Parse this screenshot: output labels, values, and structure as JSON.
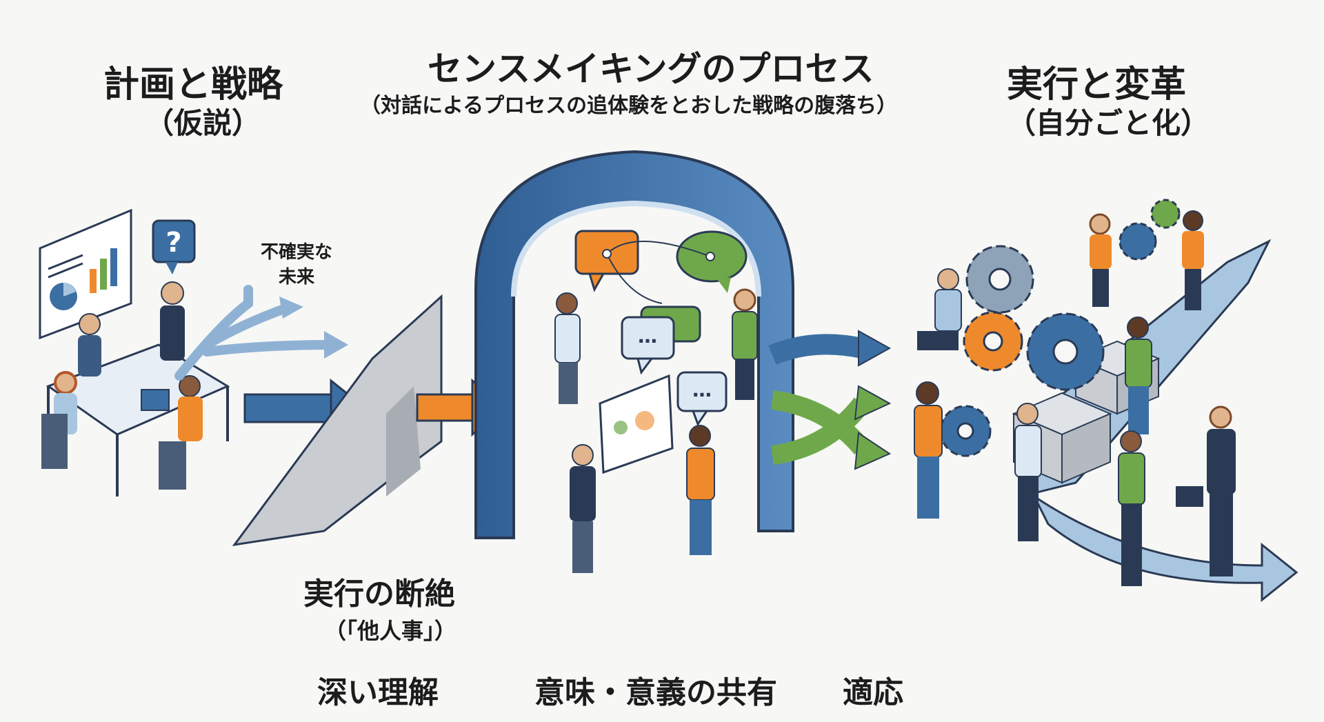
{
  "titles": {
    "left_main": "計画と戦略",
    "left_sub": "（仮説）",
    "center_main": "センスメイキングのプロセス",
    "center_sub": "（対話によるプロセスの追体験をとおした戦略の腹落ち）",
    "right_main": "実行と変革",
    "right_sub": "（自分ごと化）"
  },
  "labels": {
    "uncertain_future_line1": "不確実な",
    "uncertain_future_line2": "未来",
    "question_mark": "?",
    "gap_main": "実行の断絶",
    "gap_sub": "（「他人事」）",
    "speech_dots": "…"
  },
  "keywords": [
    "深い理解",
    "意味・意義の共有",
    "適応"
  ],
  "colors": {
    "blue": "#3b6fa3",
    "light_blue": "#a9c6e0",
    "orange": "#ef8a2c",
    "green": "#6fa84a",
    "gray": "#c9ccd0",
    "navy": "#2a3a55"
  }
}
